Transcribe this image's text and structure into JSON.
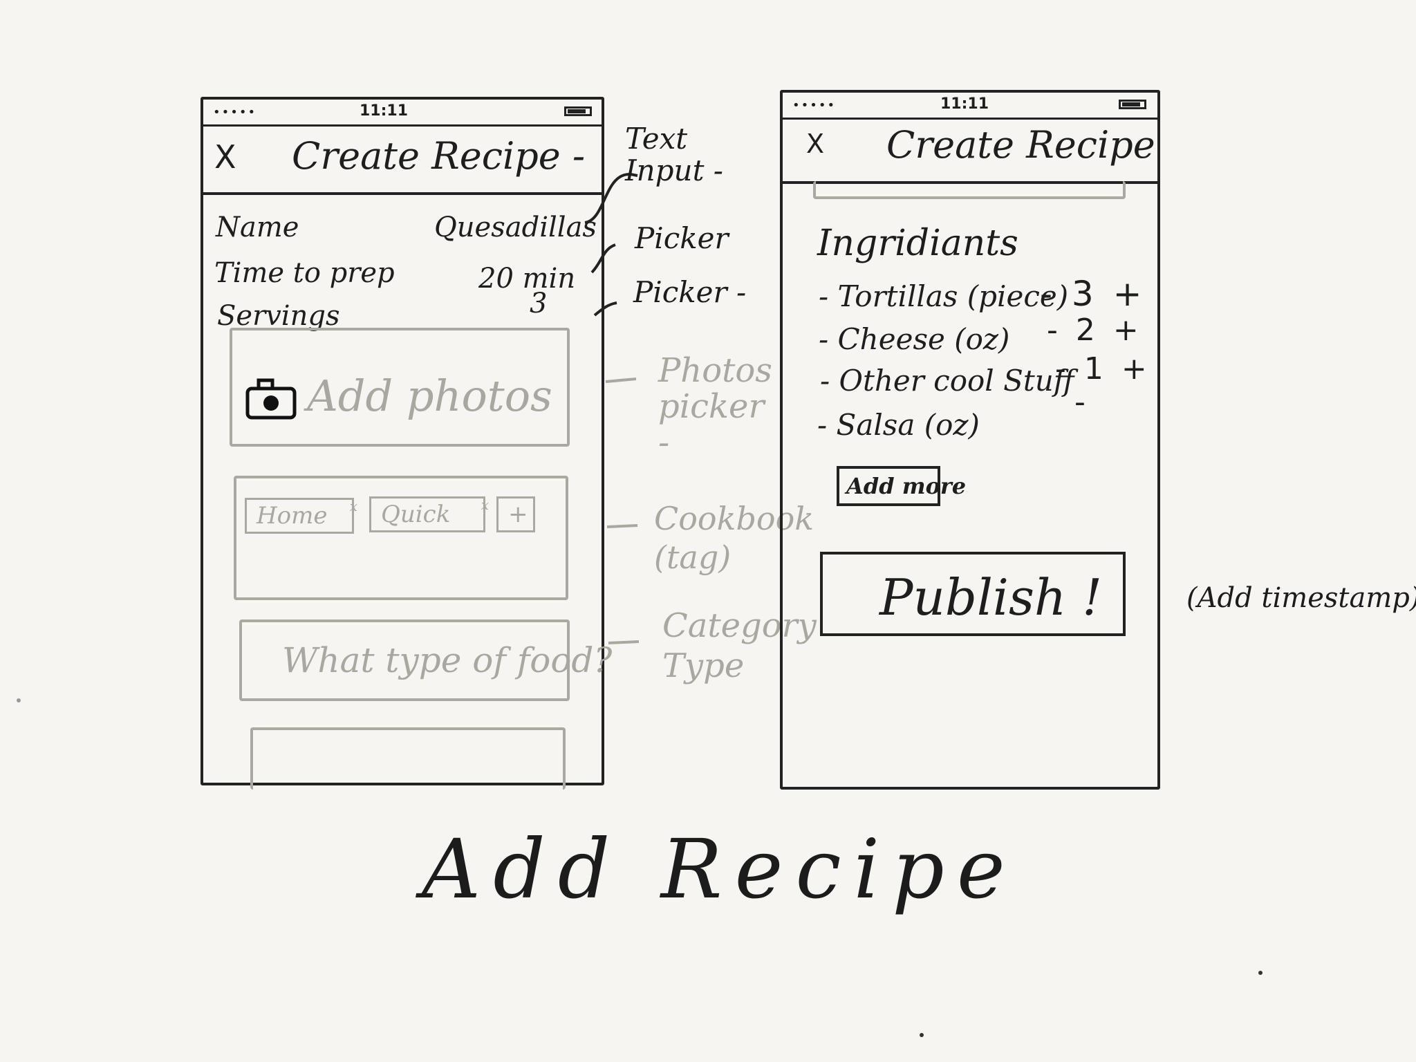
{
  "screen1": {
    "status": {
      "signal": "•••••",
      "time": "11:11"
    },
    "nav": {
      "close": "X",
      "title": "Create Recipe -"
    },
    "fields": [
      {
        "label": "Name",
        "value": "Quesadillas"
      },
      {
        "label": "Time to prep",
        "value": "20 min"
      },
      {
        "label": "Servings",
        "value": "3"
      }
    ],
    "photos": {
      "label": "Add photos",
      "icon": "camera-icon"
    },
    "tags": [
      {
        "label": "Home",
        "remove": "x"
      },
      {
        "label": "Quick",
        "remove": "x"
      },
      {
        "label": "+"
      }
    ],
    "category": {
      "placeholder": "What type of food?"
    }
  },
  "annotations": {
    "text_input": "Text Input -",
    "picker1": "Picker",
    "picker2": "Picker -",
    "photos_picker": "Photos picker -",
    "cookbook": "Cookbook (tag)",
    "category": "Category Type"
  },
  "screen2": {
    "status": {
      "signal": "•••••",
      "time": "11:11"
    },
    "nav": {
      "close": "X",
      "title": "Create Recipe"
    },
    "section_title": "Ingridiants",
    "ingredients": [
      {
        "name": "- Tortillas (piece)",
        "stepper": "- 3 +"
      },
      {
        "name": "- Cheese (oz)",
        "stepper": "- 2 +"
      },
      {
        "name": "- Other cool Stuff",
        "stepper": "- 1 +"
      },
      {
        "name": "- Salsa (oz)",
        "stepper": "-"
      }
    ],
    "add_more": "Add more",
    "publish": "Publish !",
    "side_note": "(Add timestamp)"
  },
  "caption": "Add Recipe"
}
